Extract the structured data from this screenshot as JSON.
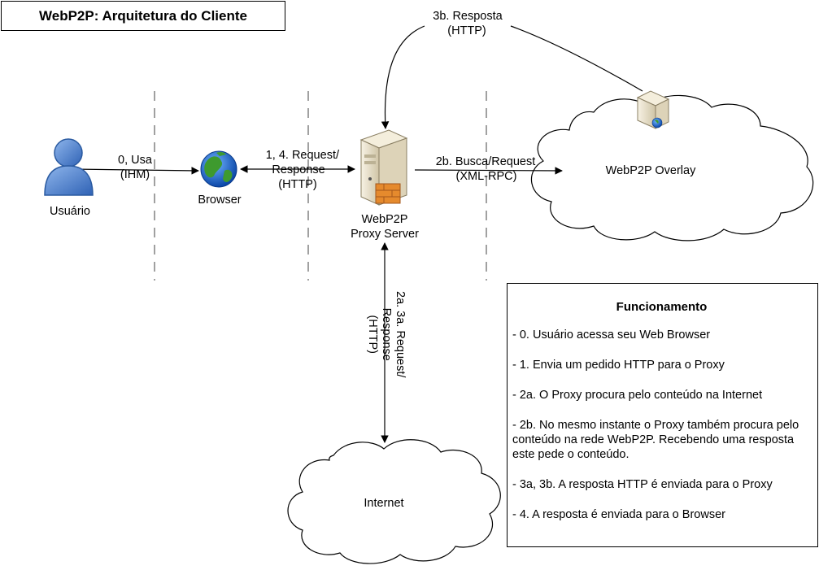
{
  "title": "WebP2P: Arquitetura do Cliente",
  "nodes": {
    "user": "Usuário",
    "browser": "Browser",
    "proxy_line1": "WebP2P",
    "proxy_line2": "Proxy Server",
    "overlay": "WebP2P Overlay",
    "internet": "Internet"
  },
  "edges": {
    "usa_line1": "0, Usa",
    "usa_line2": "(IHM)",
    "req1_line1": "1, 4. Request/",
    "req1_line2": "Response",
    "req1_line3": "(HTTP)",
    "busca_line1": "2b. Busca/Request",
    "busca_line2": "(XML-RPC)",
    "resp_line1": "3b. Resposta",
    "resp_line2": "(HTTP)",
    "req2a_line1": "2a. 3a. Request/",
    "req2a_line2": "Response",
    "req2a_line3": "(HTTP)"
  },
  "info": {
    "heading": "Funcionamento",
    "items": [
      "- 0. Usuário acessa seu Web Browser",
      "- 1. Envia um pedido HTTP para o Proxy",
      "- 2a. O Proxy procura pelo conteúdo na Internet",
      "- 2b. No mesmo instante o Proxy também procura pelo conteúdo na rede WebP2P. Recebendo uma resposta este pede o conteúdo.",
      "- 3a, 3b. A resposta HTTP é enviada para o Proxy",
      "- 4. A resposta é enviada para o Browser"
    ]
  },
  "colors": {
    "user_fill": "#5b8ed6",
    "user_stroke": "#2a5aa0",
    "globe_ocean": "#1f6fd1",
    "globe_land": "#3e9a2e",
    "server_body": "#ece4cf",
    "line": "#000000",
    "dash": "#7a7a7a"
  }
}
